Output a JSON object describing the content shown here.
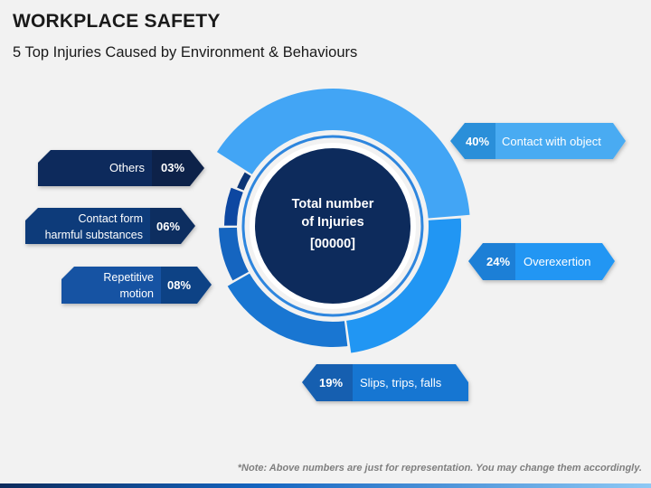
{
  "header": {
    "title": "WORKPLACE SAFETY",
    "subtitle": "5  Top Injuries Caused by Environment & Behaviours"
  },
  "center": {
    "line1": "Total number",
    "line2": "of Injuries",
    "value": "[00000]"
  },
  "footer": {
    "note": "*Note: Above numbers are just for representation. You may change them accordingly."
  },
  "colors": {
    "background": "#f2f2f2",
    "center_circle": "#0d2b5c",
    "contact_with_object": "#42a5f5",
    "overexertion": "#2196f3",
    "slips": "#1976d2",
    "repetitive": "#1565c0",
    "contact_form": "#0d47a1",
    "others": "#0b3576"
  },
  "chart_data": {
    "type": "pie",
    "style": "donut",
    "categories": [
      "Contact with object",
      "Overexertion",
      "Slips, trips, falls",
      "Repetitive motion",
      "Contact form harmful substances",
      "Others"
    ],
    "values": [
      40,
      24,
      19,
      8,
      6,
      3
    ],
    "labels": [
      {
        "percent": "40%",
        "text": "Contact with object"
      },
      {
        "percent": "24%",
        "text": "Overexertion"
      },
      {
        "percent": "19%",
        "text": "Slips, trips, falls"
      },
      {
        "percent": "08%",
        "text": "Repetitive motion"
      },
      {
        "percent": "06%",
        "text": "Contact form harmful substances"
      },
      {
        "percent": "03%",
        "text": "Others"
      }
    ]
  }
}
